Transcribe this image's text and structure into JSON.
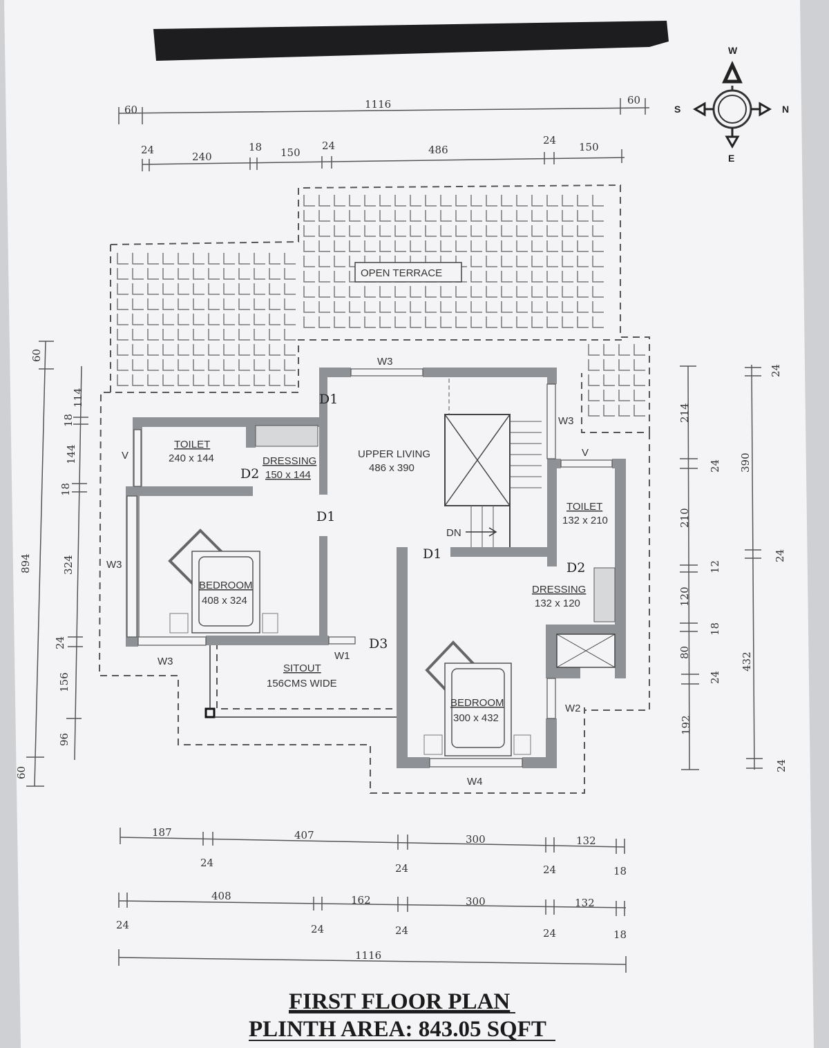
{
  "title": "FIRST FLOOR PLAN",
  "subtitle": "PLINTH AREA: 843.05 SQFT",
  "compass": {
    "west": "W",
    "south": "S",
    "north": "N",
    "east": "E"
  },
  "rooms": {
    "open_terrace": "OPEN TERRACE",
    "toilet1": {
      "name": "TOILET",
      "size": "240 x 144"
    },
    "dressing1": {
      "name": "DRESSING",
      "size": "150 x 144"
    },
    "upper_living": {
      "name": "UPPER LIVING",
      "size": "486 x 390"
    },
    "toilet2": {
      "name": "TOILET",
      "size": "132 x 210"
    },
    "dressing2": {
      "name": "DRESSING",
      "size": "132 x 120"
    },
    "bedroom1": {
      "name": "BEDROOM",
      "size": "408 x 324"
    },
    "bedroom2": {
      "name": "BEDROOM",
      "size": "300 x 432"
    },
    "sitout": {
      "name": "SITOUT",
      "size": "156CMS WIDE"
    },
    "stair": "DN"
  },
  "openings": {
    "d1_a": "D1",
    "d1_b": "D1",
    "d1_c": "D1",
    "d2_a": "D2",
    "d2_b": "D2",
    "d3": "D3",
    "w1": "W1",
    "w2": "W2",
    "w3_top": "W3",
    "w3_right": "W3",
    "w3_left": "W3",
    "w3_bottom": "W3",
    "w4": "W4",
    "v1": "V",
    "v2": "V"
  },
  "dimensions": {
    "top_overall": [
      "60",
      "1116",
      "60"
    ],
    "top_detail": [
      "24",
      "240",
      "18",
      "150",
      "24",
      "486",
      "24",
      "150"
    ],
    "left_overall": [
      "60",
      "894",
      "60"
    ],
    "left_detail": [
      "114",
      "18",
      "144",
      "18",
      "324",
      "24",
      "156",
      "96"
    ],
    "right_inner": [
      "214",
      "24",
      "210",
      "12",
      "120",
      "18",
      "80",
      "24",
      "192"
    ],
    "right_outer": [
      "24",
      "390",
      "24",
      "432",
      "24"
    ],
    "bottom_row1_top": [
      "187",
      "407",
      "300",
      "132"
    ],
    "bottom_row1_bottom": [
      "24",
      "24",
      "24",
      "18"
    ],
    "bottom_row2_top": [
      "408",
      "162",
      "300",
      "132"
    ],
    "bottom_row2_bottom": [
      "24",
      "24",
      "24",
      "24",
      "18"
    ],
    "bottom_overall": "1116"
  }
}
